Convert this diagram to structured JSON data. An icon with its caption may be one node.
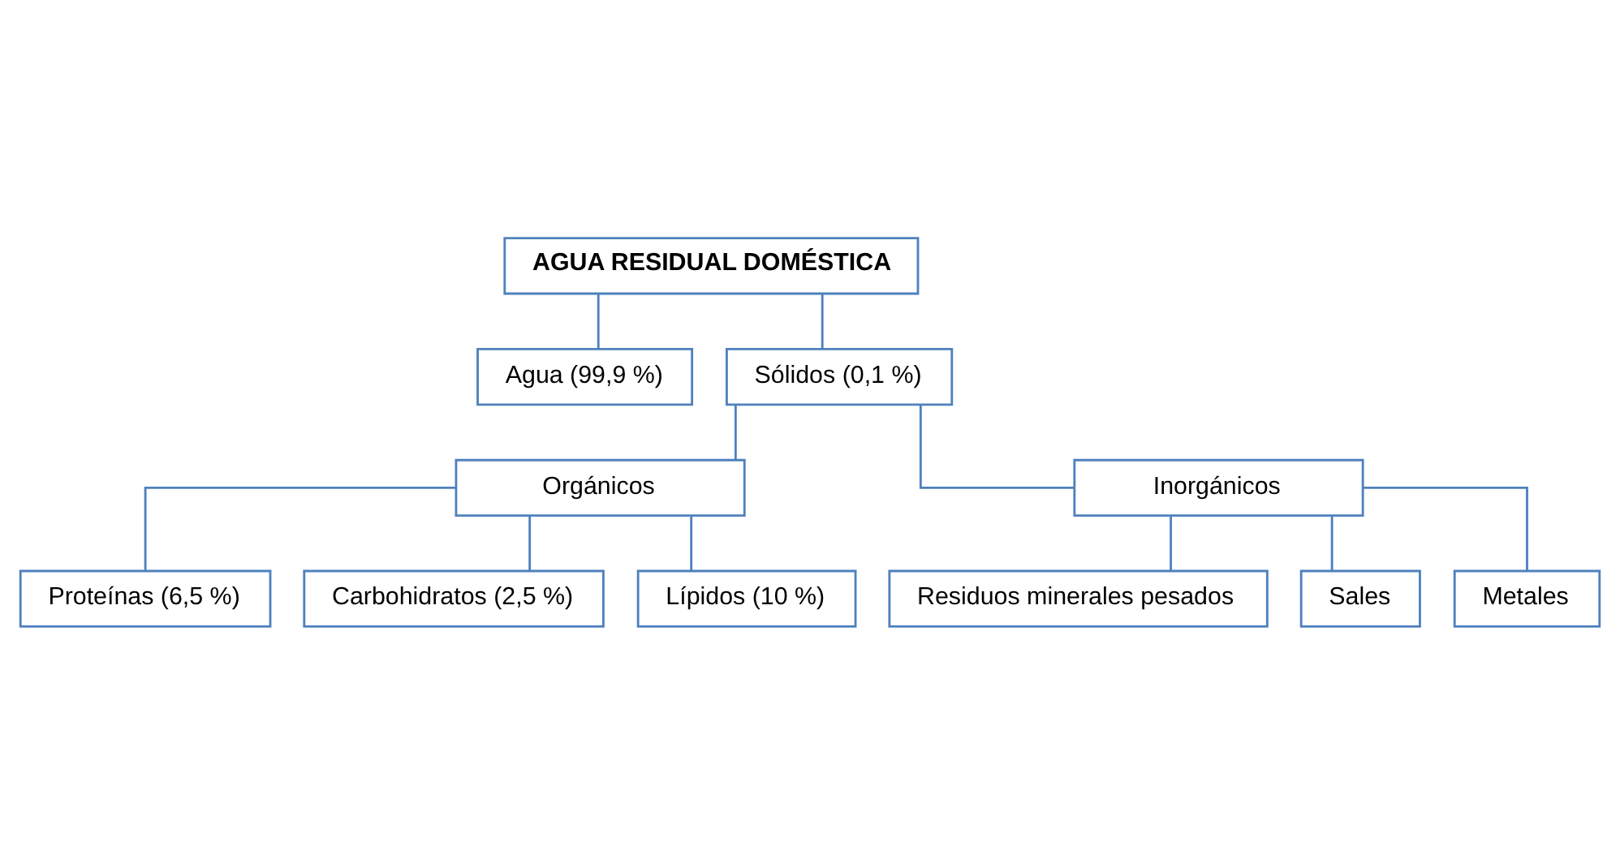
{
  "diagram": {
    "nodes": [
      {
        "text": [
          "AGUA RESIDUAL DOMÉSTICA"
        ]
      },
      {
        "text": [
          "Agua (99,9 %)"
        ]
      },
      {
        "text": [
          "Sólidos (0,1 %)"
        ]
      },
      {
        "text": [
          "Orgánicos"
        ]
      },
      {
        "text": [
          "Inorgánicos"
        ]
      },
      {
        "text": [
          "Proteínas (6,5 %)"
        ]
      },
      {
        "text": [
          "Carbohidratos (2,5 %)"
        ]
      },
      {
        "text": [
          "Lípidos (10 %)"
        ]
      },
      {
        "text": [
          "Residuos minerales pesados"
        ]
      },
      {
        "text": [
          "Sales"
        ]
      },
      {
        "text": [
          "Metales"
        ]
      }
    ],
    "edges": [
      {
        "from": 0,
        "to": 1,
        "arrow": "none"
      },
      {
        "from": 0,
        "to": 2,
        "arrow": "none"
      },
      {
        "from": 2,
        "to": 3,
        "arrow": "none"
      },
      {
        "from": 2,
        "to": 4,
        "arrow": "none"
      },
      {
        "from": 3,
        "to": 5,
        "arrow": "none"
      },
      {
        "from": 3,
        "to": 6,
        "arrow": "none"
      },
      {
        "from": 3,
        "to": 7,
        "arrow": "none"
      },
      {
        "from": 4,
        "to": 8,
        "arrow": "none"
      },
      {
        "from": 4,
        "to": 9,
        "arrow": "none"
      },
      {
        "from": 4,
        "to": 10,
        "arrow": "none"
      }
    ]
  }
}
